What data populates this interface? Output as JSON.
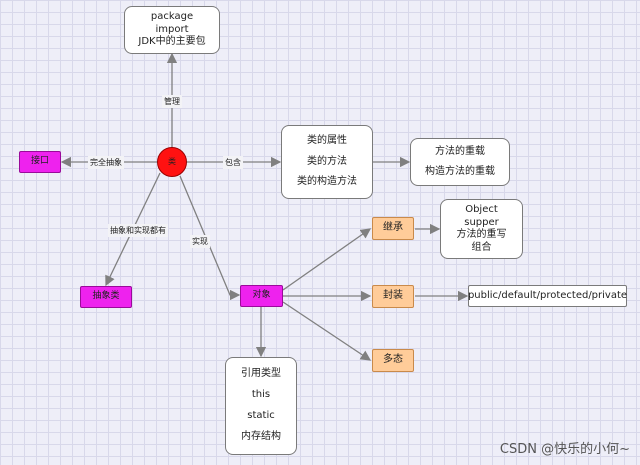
{
  "nodes": {
    "package_box": [
      "package",
      "import",
      "JDK中的主要包"
    ],
    "interface": "接口",
    "class": "类",
    "class_members": [
      "类的属性",
      "类的方法",
      "类的构造方法"
    ],
    "overload": [
      "方法的重载",
      "构造方法的重载"
    ],
    "abstract_class": "抽象类",
    "object": "对象",
    "inherit": "继承",
    "inherit_detail": [
      "Object",
      "supper",
      "方法的重写",
      "组合"
    ],
    "encapsulation": "封装",
    "access_modifiers": "public/default/protected/private",
    "polymorphism": "多态",
    "object_detail": [
      "引用类型",
      "this",
      "static",
      "内存结构"
    ]
  },
  "edge_labels": {
    "manage": "管理",
    "full_abstract": "完全抽象",
    "contain": "包含",
    "abstract_and_impl": "抽象和实现都有",
    "implement": "实现"
  },
  "watermark": "CSDN @快乐的小何~",
  "colors": {
    "edge": "#808080",
    "class_fill": "#ff1111",
    "magenta_fill": "#ee22ee",
    "orange_fill": "#ffcc99"
  }
}
